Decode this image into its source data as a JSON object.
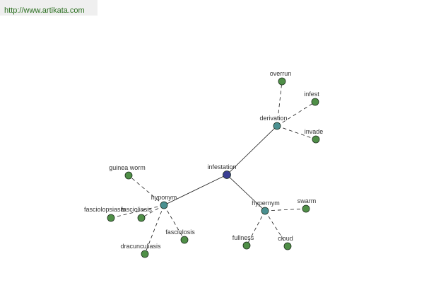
{
  "header": {
    "url_text": "http://www.artikata.com"
  },
  "colors": {
    "root_node": "#3a3f94",
    "relation_node": "#4a9090",
    "leaf_node": "#4f8f47",
    "url_text": "#2a6e1f",
    "url_background": "#efefef"
  },
  "graph": {
    "nodes": [
      {
        "id": "infestation",
        "label": "infestation",
        "kind": "root"
      },
      {
        "id": "derivation",
        "label": "derivation",
        "kind": "relation"
      },
      {
        "id": "hyponym",
        "label": "hyponym",
        "kind": "relation"
      },
      {
        "id": "hypernym",
        "label": "hypernym",
        "kind": "relation"
      },
      {
        "id": "overrun",
        "label": "overrun",
        "kind": "leaf"
      },
      {
        "id": "infest",
        "label": "infest",
        "kind": "leaf"
      },
      {
        "id": "invade",
        "label": "invade",
        "kind": "leaf"
      },
      {
        "id": "guinea-worm",
        "label": "guinea worm",
        "kind": "leaf"
      },
      {
        "id": "fasciolopsiasis",
        "label": "fasciolopsiasis",
        "kind": "leaf"
      },
      {
        "id": "fascioliasis",
        "label": "fascioliasis",
        "kind": "leaf"
      },
      {
        "id": "fasciolosis",
        "label": "fasciolosis",
        "kind": "leaf"
      },
      {
        "id": "dracunculiasis",
        "label": "dracunculiasis",
        "kind": "leaf"
      },
      {
        "id": "swarm",
        "label": "swarm",
        "kind": "leaf"
      },
      {
        "id": "fullness",
        "label": "fullness",
        "kind": "leaf"
      },
      {
        "id": "cloud",
        "label": "cloud",
        "kind": "leaf"
      }
    ],
    "edges": [
      {
        "from": "infestation",
        "to": "derivation",
        "style": "solid"
      },
      {
        "from": "infestation",
        "to": "hyponym",
        "style": "solid"
      },
      {
        "from": "infestation",
        "to": "hypernym",
        "style": "solid"
      },
      {
        "from": "derivation",
        "to": "overrun",
        "style": "dashed"
      },
      {
        "from": "derivation",
        "to": "infest",
        "style": "dashed"
      },
      {
        "from": "derivation",
        "to": "invade",
        "style": "dashed"
      },
      {
        "from": "hyponym",
        "to": "guinea-worm",
        "style": "dashed"
      },
      {
        "from": "hyponym",
        "to": "fasciolopsiasis",
        "style": "dashed"
      },
      {
        "from": "hyponym",
        "to": "fascioliasis",
        "style": "dashed"
      },
      {
        "from": "hyponym",
        "to": "fasciolosis",
        "style": "dashed"
      },
      {
        "from": "hyponym",
        "to": "dracunculiasis",
        "style": "dashed"
      },
      {
        "from": "hypernym",
        "to": "swarm",
        "style": "dashed"
      },
      {
        "from": "hypernym",
        "to": "fullness",
        "style": "dashed"
      },
      {
        "from": "hypernym",
        "to": "cloud",
        "style": "dashed"
      }
    ]
  }
}
